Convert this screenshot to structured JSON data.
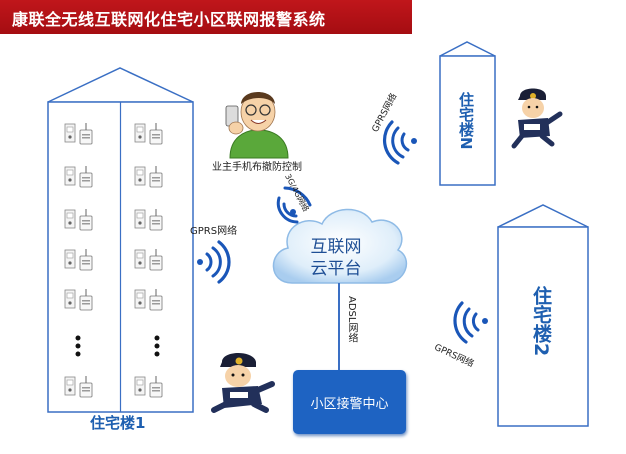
{
  "title": "康联全无线互联网化住宅小区联网报警系统",
  "building1": {
    "name": "住宅楼1",
    "ellipsis": "⋮"
  },
  "buildingN": {
    "name": "住宅楼N"
  },
  "building2": {
    "name": "住宅楼2"
  },
  "cloud": {
    "line1": "互联网",
    "line2": "云平台"
  },
  "owner_label": "业主手机布撤防控制",
  "link_labels": {
    "gprs_left": "GPRS网络",
    "net_3g4g": "3G/4G网络",
    "gprs_n": "GPRS网络",
    "gprs_2": "GPRS网络",
    "adsl": "ADSL网络"
  },
  "alarm_center": "小区接警中心",
  "colors": {
    "accent": "#1e5fb0",
    "banner": "#b01116",
    "center": "#1e63c2",
    "wave": "#1a56b8"
  }
}
